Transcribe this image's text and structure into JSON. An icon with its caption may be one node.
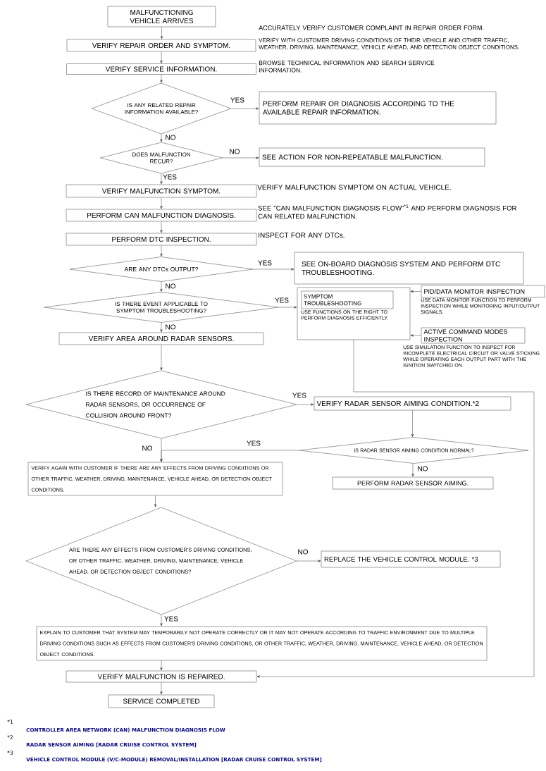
{
  "diagram": {
    "nodes": [
      {
        "text": [
          "MALFUNCTIONING VEHICLE ARRIVES"
        ]
      },
      {
        "text": [
          "VERIFY REPAIR ORDER AND SYMPTOM."
        ],
        "beside": [
          "ACCURATELY VERIFY CUSTOMER COMPLAINT IN REPAIR ORDER FORM.",
          "VERIFY WITH CUSTOMER DRIVING CONDITIONS OF THEIR VEHICLE AND OTHER TRAFFIC, WEATHER, DRIVING, MAINTENANCE, VEHICLE AHEAD, AND DETECTION OBJECT CONDITIONS."
        ]
      },
      {
        "text": [
          "VERIFY SERVICE INFORMATION."
        ],
        "beside": [
          "BROWSE TECHNICAL INFORMATION AND SEARCH SERVICE INFORMATION."
        ]
      },
      {
        "text": [
          "IS ANY RELATED REPAIR INFORMATION AVAILABLE?"
        ]
      },
      {
        "text": [
          "PERFORM REPAIR OR DIAGNOSIS ACCORDING TO THE AVAILABLE REPAIR INFORMATION."
        ]
      },
      {
        "text": [
          "DOES MALFUNCTION RECUR?"
        ]
      },
      {
        "text": [
          "SEE ACTION FOR NON-REPEATABLE MALFUNCTION."
        ]
      },
      {
        "text": [
          "VERIFY MALFUNCTION SYMPTOM."
        ],
        "beside": [
          "VERIFY MALFUNCTION SYMPTOM ON ACTUAL VEHICLE."
        ]
      },
      {
        "text": [
          "PERFORM CAN MALFUNCTION DIAGNOSIS."
        ],
        "beside": [
          "SEE \"CAN MALFUNCTION DIAGNOSIS FLOW\"$^{*1}$ AND PERFORM DIAGNOSIS FOR CAN RELATED MALFUNCTION."
        ]
      },
      {
        "text": [
          "PERFORM DTC INSPECTION."
        ],
        "beside": [
          "INSPECT FOR ANY DTCs."
        ]
      },
      {
        "text": [
          "ARE ANY DTCs OUTPUT?"
        ]
      },
      {
        "text": [
          "SEE ON-BOARD DIAGNOSIS SYSTEM AND PERFORM DTC TROUBLESHOOTING."
        ]
      },
      {
        "text": [
          "IS THERE EVENT APPLICABLE TO SYMPTOM TROUBLESHOOTING?"
        ]
      },
      {
        "text": [
          "USE FUNCTIONS ON THE RIGHT TO PERFORM DIAGNOSIS EFFICIENTLY."
        ]
      },
      {
        "text": [
          "SYMPTOM TROUBLESHOOTING"
        ],
        "in": 13
      },
      {
        "text": [
          "PID/DATA MONITOR INSPECTION"
        ],
        "beside": [
          "USE DATA MONITOR FUNCTION TO PERFORM INSPECTION WHILE MONITORING INPUT/OUTPUT SIGNALS."
        ]
      },
      {
        "text": [
          "ACTIVE COMMAND MODES INSPECTION"
        ],
        "beside": [
          "USE SIMULATION FUNCTION TO INSPECT FOR INCOMPLETE ELECTRICAL CIRCUIT OR VALVE STICKING WHILE OPERATING EACH OUTPUT PART WITH THE IGNITION SWITCHED ON."
        ]
      },
      {
        "text": [
          "VERIFY AREA AROUND RADAR SENSORS."
        ]
      },
      {
        "text": [
          "IS THERE RECORD OF MAINTENANCE AROUND RADAR SENSORS, OR OCCURRENCE OF COLLISION AROUND FRONT?"
        ]
      },
      {
        "text": [
          "VERIFY RADAR SENSOR AIMING CONDITION.*2"
        ]
      },
      {
        "text": [
          "IS RADAR SENSOR AIMING CONDITION NORMAL?"
        ]
      },
      {
        "text": [
          "PERFORM RADAR SENSOR AIMING."
        ]
      },
      {
        "text": [
          "VERIFY AGAIN WITH CUSTOMER IF THERE ARE ANY EFFECTS FROM DRIVING CONDITIONS OR OTHER TRAFFIC, WEATHER, DRIVING, MAINTENANCE, VEHICLE AHEAD, OR DETECTION OBJECT CONDITIONS."
        ]
      },
      {
        "text": [
          "ARE THERE ANY EFFECTS FROM CUSTOMER'S DRIVING CONDITIONS, OR OTHER TRAFFIC, WEATHER, DRIVING, MAINTENANCE, VEHICLE AHEAD, OR DETECTION OBJECT CONDITIONS?"
        ]
      },
      {
        "text": [
          "REPLACE THE VEHICLE CONTROL MODULE. *3"
        ]
      },
      {
        "text": [
          "EXPLAIN TO CUSTOMER THAT SYSTEM MAY TEMPORARILY NOT OPERATE CORRECTLY OR IT MAY NOT OPERATE ACCORDING TO TRAFFIC ENVIRONMENT DUE TO MULTIPLE DRIVING CONDITIONS SUCH AS EFFECTS FROM CUSTOMER'S DRIVING CONDITIONS, OR OTHER TRAFFIC, WEATHER, DRIVING, MAINTENANCE, VEHICLE AHEAD, OR DETECTION OBJECT CONDITIONS."
        ]
      },
      {
        "text": [
          "VERIFY MALFUNCTION IS REPAIRED."
        ]
      },
      {
        "text": [
          "SERVICE COMPLETED"
        ]
      }
    ],
    "edges": [
      {
        "from": 0,
        "to": 1,
        "arrow": "to"
      },
      {
        "from": 1,
        "to": 2,
        "arrow": "to"
      },
      {
        "from": 2,
        "to": 3,
        "arrow": "to"
      },
      {
        "from": 3,
        "to": 4,
        "arrow": "to",
        "label": "YES"
      },
      {
        "from": 3,
        "to": 5,
        "arrow": "to",
        "label": "NO"
      },
      {
        "from": 5,
        "to": 6,
        "arrow": "to",
        "label": "NO"
      },
      {
        "from": 5,
        "to": 7,
        "arrow": "to",
        "label": "YES"
      },
      {
        "from": 7,
        "to": 8,
        "arrow": "to"
      },
      {
        "from": 8,
        "to": 9,
        "arrow": "to"
      },
      {
        "from": 9,
        "to": 10,
        "arrow": "to"
      },
      {
        "from": 10,
        "to": 11,
        "arrow": "to",
        "label": "YES"
      },
      {
        "from": 10,
        "to": 12,
        "arrow": "to",
        "label": "NO"
      },
      {
        "from": 12,
        "to": 13,
        "arrow": "to",
        "label": "YES"
      },
      {
        "from": 12,
        "to": 17,
        "arrow": "to",
        "label": "NO"
      },
      {
        "from": 15,
        "to": 13,
        "arrow": "to"
      },
      {
        "from": 16,
        "to": 13,
        "arrow": "to"
      },
      {
        "from": 17,
        "to": 18,
        "arrow": "to"
      },
      {
        "from": 18,
        "to": 19,
        "arrow": "to",
        "label": "YES"
      },
      {
        "from": 19,
        "to": 20,
        "arrow": "to"
      },
      {
        "from": 20,
        "to": 22,
        "arrow": "to",
        "label": "YES"
      },
      {
        "from": 18,
        "to": 22,
        "arrow": "to",
        "label": "NO"
      },
      {
        "from": 20,
        "to": 21,
        "arrow": "to",
        "label": "NO"
      },
      {
        "from": 22,
        "to": 23,
        "arrow": "to"
      },
      {
        "from": 23,
        "to": 24,
        "arrow": "to",
        "label": "NO"
      },
      {
        "from": 23,
        "to": 25,
        "arrow": "to",
        "label": "YES"
      },
      {
        "from": 25,
        "to": 26,
        "arrow": "to"
      },
      {
        "from": 13,
        "to": 26,
        "arrow": "to"
      },
      {
        "from": 26,
        "to": 27,
        "arrow": "to"
      }
    ],
    "labels": [
      "*1",
      "CONTROLLER AREA NETWORK (CAN) MALFUNCTION DIAGNOSIS FLOW",
      "*2",
      "RADAR SENSOR AIMING [RADAR CRUISE CONTROL SYSTEM]",
      "*3",
      "VEHICLE CONTROL MODULE (V/C-MODULE) REMOVAL/INSTALLATION [RADAR CRUISE CONTROL SYSTEM]"
    ]
  }
}
